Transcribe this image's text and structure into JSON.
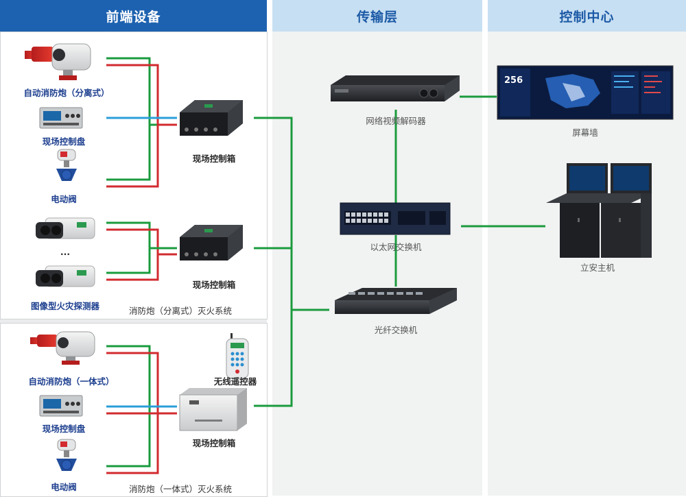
{
  "headers": {
    "front_end": "前端设备",
    "transmission": "传输层",
    "control_center": "控制中心"
  },
  "colors": {
    "header_front_bg": "#1d62b0",
    "header_front_text": "#ffffff",
    "header_other_bg": "#c7dff2",
    "header_other_text": "#1c5aa6",
    "line_green": "#1a9b3d",
    "line_red": "#d22a2f",
    "line_blue": "#2a9ed8"
  },
  "front_end": {
    "group1": {
      "cannon": "自动消防炮（分离式）",
      "panel": "现场控制盘",
      "valve": "电动阀",
      "box": "现场控制箱"
    },
    "group2": {
      "detector_ellipsis": "...",
      "detector": "图像型火灾探测器",
      "box": "现场控制箱",
      "system": "消防炮（分离式）灭火系统"
    },
    "group3": {
      "cannon": "自动消防炮（一体式）",
      "remote": "无线遥控器",
      "panel": "现场控制盘",
      "valve": "电动阀",
      "box": "现场控制箱",
      "system": "消防炮（一体式）灭火系统"
    }
  },
  "transmission": {
    "decoder": "网络视频解码器",
    "ethernet_switch": "以太网交换机",
    "fiber_switch": "光纤交换机"
  },
  "control_center": {
    "screen_wall": "屏幕墙",
    "console": "立安主机",
    "screen_number": "256"
  }
}
